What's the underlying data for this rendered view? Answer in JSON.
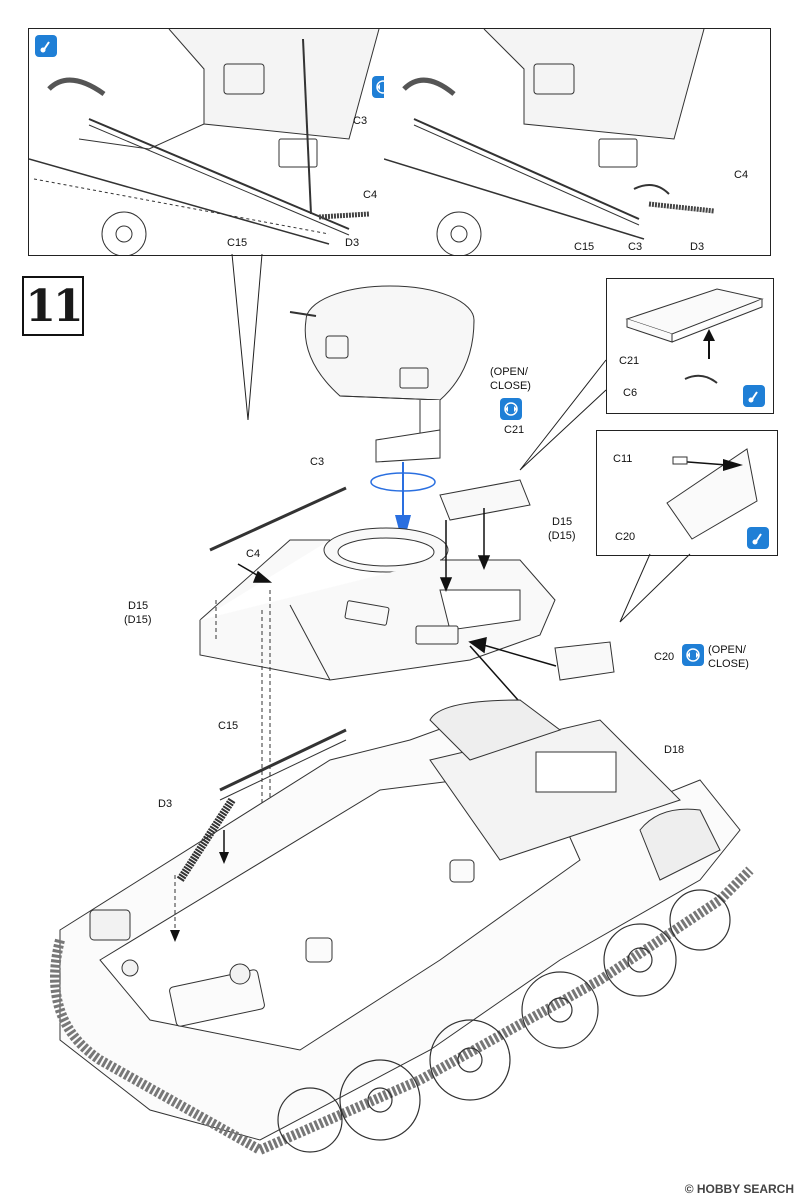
{
  "step": {
    "number": "11"
  },
  "colors": {
    "icon_blue": "#1f7fd6",
    "line": "#222222",
    "arrow_blue": "#2a6fe0"
  },
  "icons": {
    "glue": "glue-icon",
    "movable": "movable-part-icon"
  },
  "top_left_panel": {
    "labels": [
      "C3",
      "C4",
      "C15",
      "D3"
    ]
  },
  "top_right_panel": {
    "labels": [
      "C4",
      "C15",
      "C3",
      "D3"
    ]
  },
  "detail_c21": {
    "labels": [
      "C21",
      "C6"
    ]
  },
  "detail_c20": {
    "labels": [
      "C11",
      "C20"
    ]
  },
  "main": {
    "open_close_1": "(OPEN/\nCLOSE)",
    "c21": "C21",
    "c3": "C3",
    "c4": "C4",
    "d15_a": "D15",
    "d15_a2": "(D15)",
    "d15_b": "D15",
    "d15_b2": "(D15)",
    "c20": "C20",
    "open_close_2a": "(OPEN/",
    "open_close_2b": "CLOSE)",
    "c15": "C15",
    "d3": "D3",
    "d18": "D18",
    "open_close_1a": "(OPEN/",
    "open_close_1b": "CLOSE)"
  },
  "watermark": {
    "text": "HOBBY SEARCH",
    "mark": "© ",
    "sub": ""
  }
}
